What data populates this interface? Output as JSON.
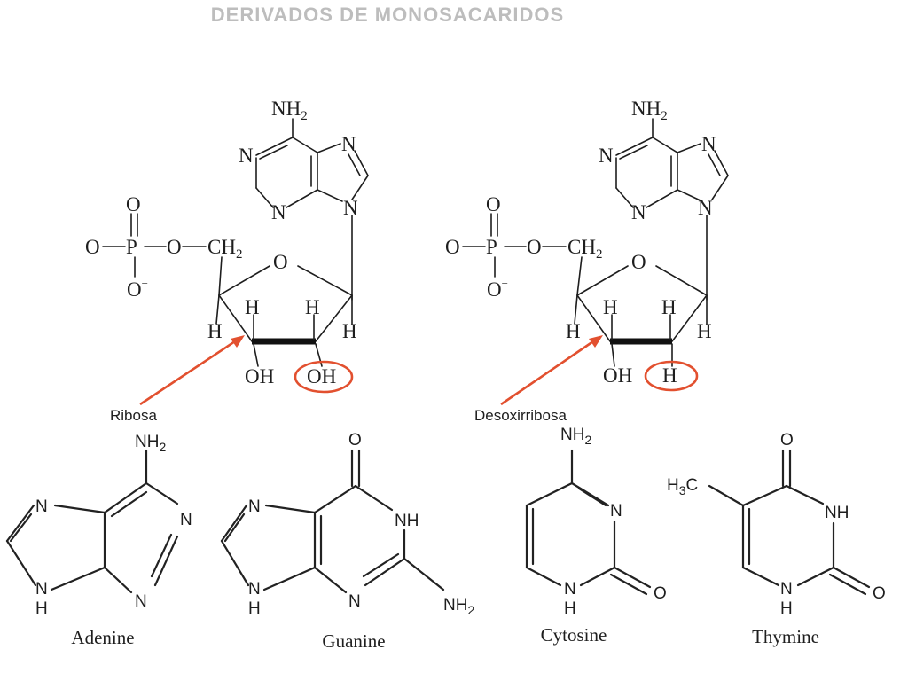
{
  "heading": "DERIVADOS DE MONOSACARIDOS",
  "nucleotides": [
    {
      "sugar_label": "Ribosa",
      "atoms": {
        "nh2": "NH",
        "nh2_sub": "2",
        "n": "N",
        "o": "O",
        "p": "P",
        "o_minus": "O",
        "minus": "−",
        "ch2": "CH",
        "ch2_sub": "2",
        "h": "H",
        "oh": "OH",
        "c2_group": "OH"
      }
    },
    {
      "sugar_label": "Desoxirribosa",
      "atoms": {
        "nh2": "NH",
        "nh2_sub": "2",
        "n": "N",
        "o": "O",
        "p": "P",
        "o_minus": "O",
        "minus": "−",
        "ch2": "CH",
        "ch2_sub": "2",
        "h": "H",
        "oh": "OH",
        "c2_group": "H"
      }
    }
  ],
  "bases": [
    {
      "name": "Adenine",
      "atoms": {
        "n": "N",
        "nh": "N",
        "h": "H",
        "nh2": "NH",
        "nh2_sub": "2"
      }
    },
    {
      "name": "Guanine",
      "atoms": {
        "n": "N",
        "nh": "NH",
        "h": "H",
        "o": "O",
        "nh2": "NH",
        "nh2_sub": "2"
      }
    },
    {
      "name": "Cytosine",
      "atoms": {
        "n": "N",
        "h": "H",
        "o": "O",
        "nh2": "NH",
        "nh2_sub": "2"
      }
    },
    {
      "name": "Thymine",
      "atoms": {
        "h3c": "H",
        "h3c_sub": "3",
        "c": "C",
        "nh": "NH",
        "n": "N",
        "h": "H",
        "o": "O"
      }
    }
  ],
  "colors": {
    "highlight": "#e2502f",
    "ink": "#1e1e1e"
  }
}
